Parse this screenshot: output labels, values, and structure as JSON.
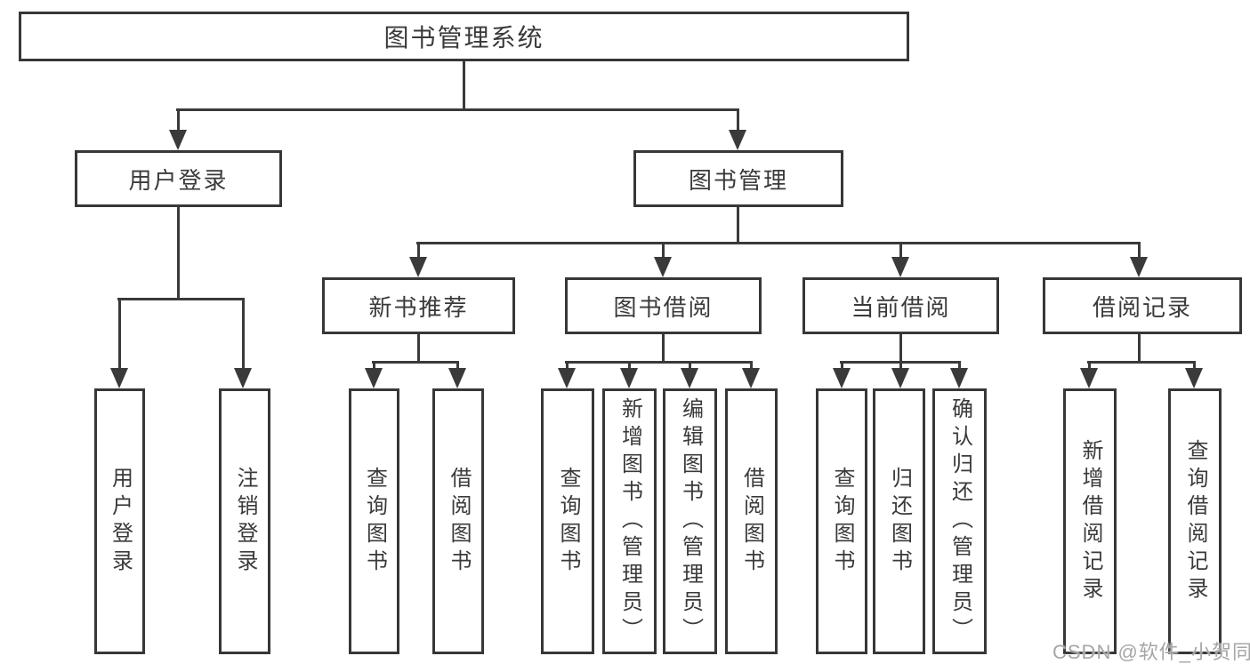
{
  "diagram": {
    "root": "图书管理系统",
    "level2": {
      "user_login": "用户登录",
      "book_mgmt": "图书管理"
    },
    "level3": {
      "new_book_rec": "新书推荐",
      "book_borrow": "图书借阅",
      "current_borrow": "当前借阅",
      "borrow_records": "借阅记录"
    },
    "leaves": {
      "login_user": "用户登录",
      "login_logout": "注销登录",
      "rec_query": "查询图书",
      "rec_borrow": "借阅图书",
      "bb_query": "查询图书",
      "bb_add": "新增图书（管理员）",
      "bb_edit": "编辑图书（管理员）",
      "bb_borrow": "借阅图书",
      "cb_query": "查询图书",
      "cb_return": "归还图书",
      "cb_confirm": "确认归还（管理员）",
      "br_add": "新增借阅记录",
      "br_query": "查询借阅记录"
    }
  },
  "colors": {
    "line": "#3a3a3a",
    "box_border": "#373737",
    "text": "#3a3a3a",
    "watermark": "#a6a6a6",
    "background": "#ffffff"
  },
  "watermark": {
    "text": "CSDN @软件_小贺同学"
  }
}
